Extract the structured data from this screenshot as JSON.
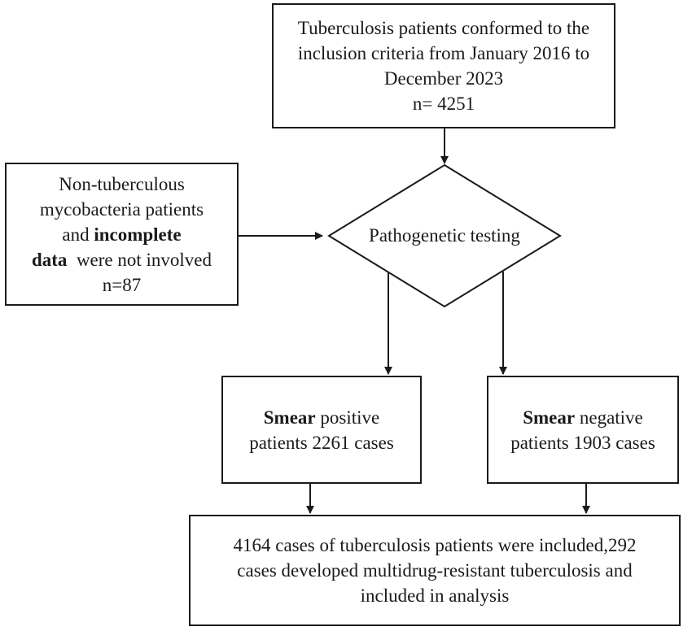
{
  "top_box": {
    "line1": "Tuberculosis patients conformed to the",
    "line2": "inclusion criteria from January 2016 to",
    "line3": "December 2023",
    "line4": "n= 4251"
  },
  "decision": {
    "label": "Pathogenetic testing"
  },
  "exclusion_box": {
    "line1": "Non-tuberculous",
    "line2": "mycobacteria patients",
    "line3_pre": "and ",
    "line3_bold": "incomplete",
    "line4_bold": "data",
    "line4_post": "  were not involved",
    "line5": "n=87"
  },
  "smear_positive_box": {
    "bold": "Smear",
    "line1_post": " positive",
    "line2": "patients 2261 cases"
  },
  "smear_negative_box": {
    "bold": "Smear",
    "line1_post": " negative",
    "line2": "patients 1903 cases"
  },
  "result_box": {
    "line1": "4164 cases of tuberculosis patients were included,292",
    "line2": "cases developed multidrug-resistant tuberculosis and",
    "line3": "included in analysis"
  },
  "colors": {
    "stroke": "#1a1a1a",
    "background": "#ffffff"
  }
}
